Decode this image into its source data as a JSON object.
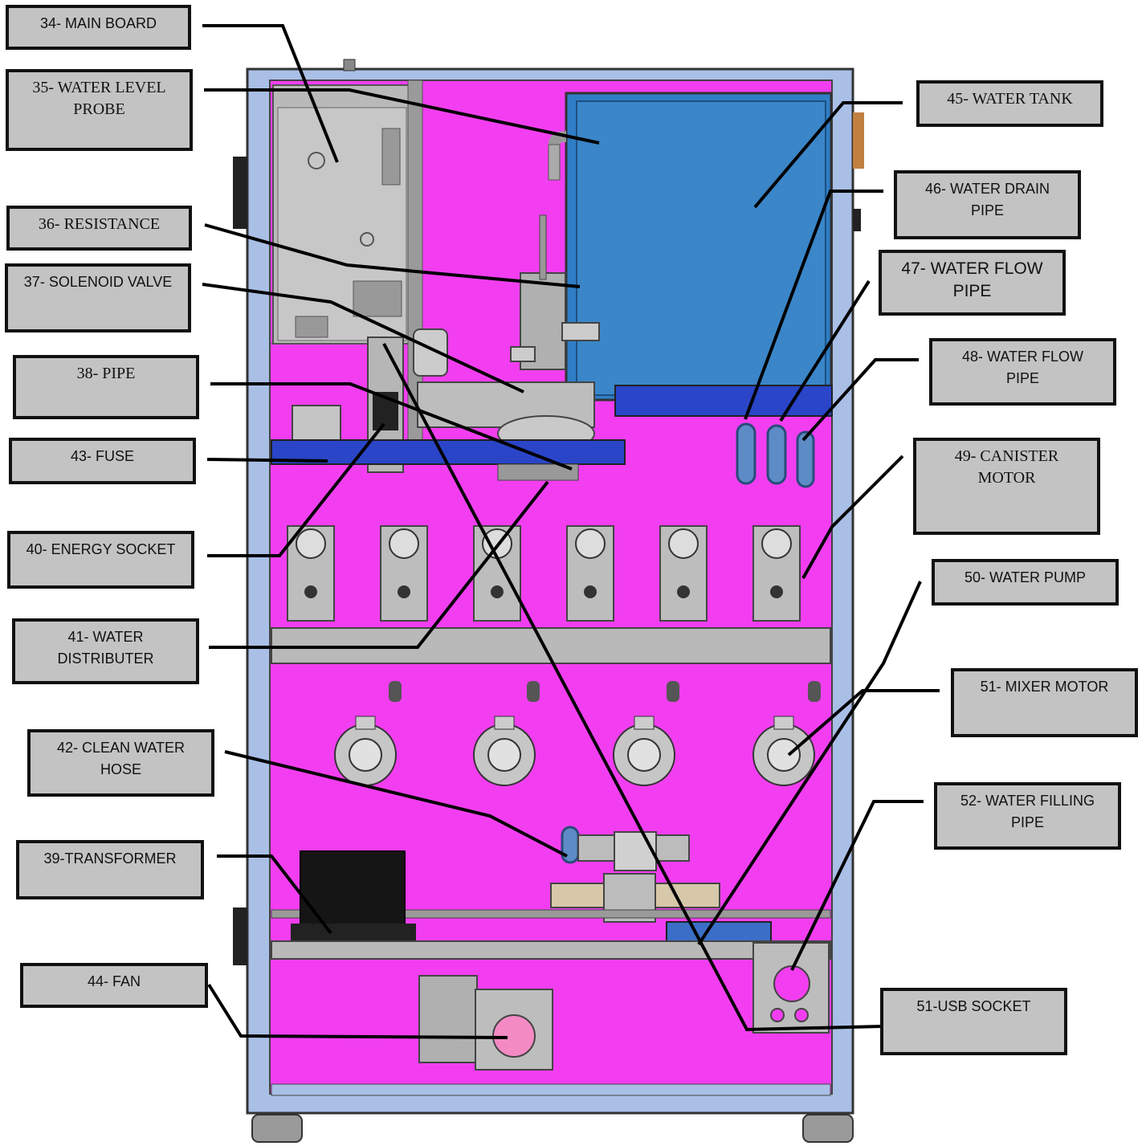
{
  "labels": {
    "main_board": "34- MAIN BOARD",
    "water_level_probe_1": "35- WATER LEVEL",
    "water_level_probe_2": "PROBE",
    "resistance": "36- RESISTANCE",
    "solenoid_valve": "37- SOLENOID VALVE",
    "pipe": "38- PIPE",
    "fuse": "43- FUSE",
    "energy_socket": "40- ENERGY SOCKET",
    "water_distributer_1": "41- WATER",
    "water_distributer_2": "DISTRIBUTER",
    "clean_water_hose_1": "42- CLEAN WATER",
    "clean_water_hose_2": "HOSE",
    "transformer": "39-TRANSFORMER",
    "fan": "44- FAN",
    "water_tank": "45- WATER TANK",
    "water_drain_pipe_1": "46- WATER DRAIN",
    "water_drain_pipe_2": "PIPE",
    "water_flow_pipe_47_1": "47- WATER FLOW",
    "water_flow_pipe_47_2": "PIPE",
    "water_flow_pipe_48_1": "48- WATER FLOW",
    "water_flow_pipe_48_2": "PIPE",
    "canister_motor_1": "49- CANISTER",
    "canister_motor_2": "MOTOR",
    "water_pump": "50- WATER PUMP",
    "mixer_motor": "51- MIXER MOTOR",
    "water_filling_pipe_1": "52- WATER FILLING",
    "water_filling_pipe_2": "PIPE",
    "usb_socket": "51-USB SOCKET"
  },
  "colors": {
    "frame": "#a9bfe6",
    "panel": "#f23ef0",
    "board": "#b9b9b9",
    "tank": "#2f7ec6",
    "shelf": "#2a45c8",
    "label_fill": "#c3c3c3",
    "leader": "#000000"
  }
}
